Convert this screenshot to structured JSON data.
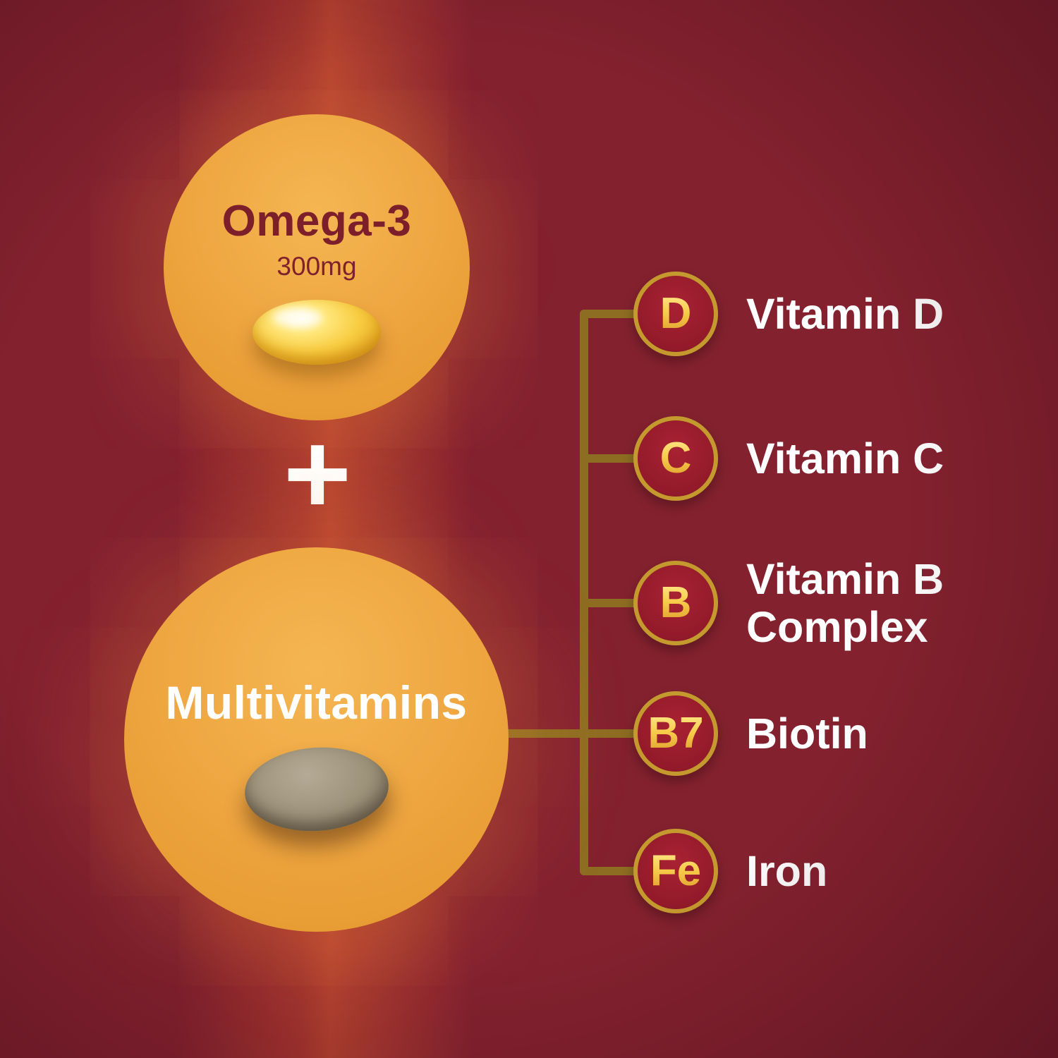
{
  "scene": {
    "plus_sign": "+",
    "omega_circle": {
      "title": "Omega-3",
      "dose": "300mg",
      "icon": "softgel-capsule"
    },
    "multi_circle": {
      "title": "Multivitamins",
      "icon": "multivitamin-tablet"
    },
    "nodes": [
      {
        "symbol": "D",
        "label": "Vitamin D"
      },
      {
        "symbol": "C",
        "label": "Vitamin C"
      },
      {
        "symbol": "B",
        "label": "Vitamin B Complex"
      },
      {
        "symbol": "B7",
        "label": "Biotin"
      },
      {
        "symbol": "Fe",
        "label": "Iron"
      }
    ],
    "colors": {
      "background": "#84212f",
      "light_beam": "#d8542f",
      "circle_orange": "#eda43e",
      "node_red": "#931a2a",
      "gold_border": "#c49a2e",
      "connector_gold": "#8d6d22",
      "title_maroon": "#7c1f2b",
      "label_white": "#ffffff"
    }
  }
}
